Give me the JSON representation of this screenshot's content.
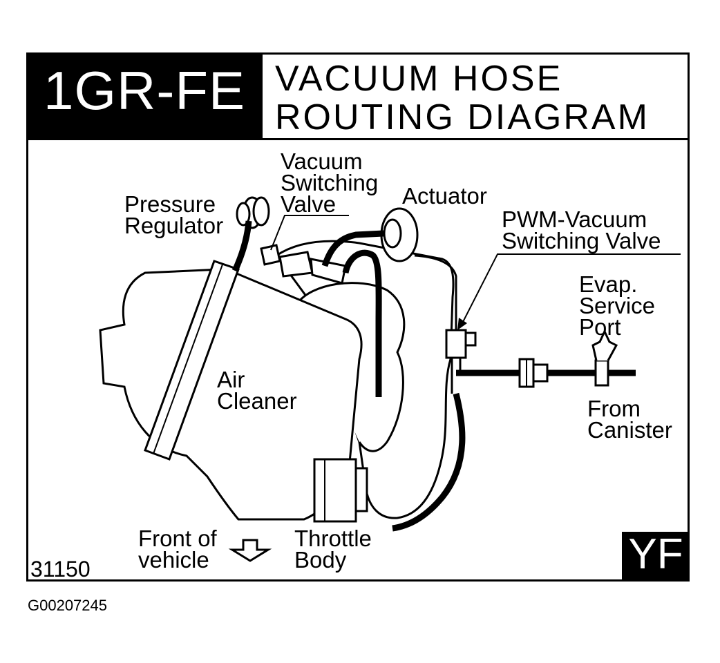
{
  "header": {
    "engine_code": "1GR-FE",
    "title_line1": "VACUUM  HOSE",
    "title_line2": "ROUTING  DIAGRAM"
  },
  "labels": {
    "vacuum_switching_valve": [
      "Vacuum",
      "Switching",
      "Valve"
    ],
    "pressure_regulator": [
      "Pressure",
      "Regulator"
    ],
    "actuator": "Actuator",
    "pwm_vacuum_switching_valve": [
      "PWM-Vacuum",
      "Switching  Valve"
    ],
    "evap_service_port": [
      "Evap.",
      "Service",
      "Port"
    ],
    "from_canister": [
      "From",
      "Canister"
    ],
    "air_cleaner": [
      "Air",
      "Cleaner"
    ],
    "front_of_vehicle": [
      "Front  of",
      "vehicle"
    ],
    "throttle_body": [
      "Throttle",
      "Body"
    ]
  },
  "footer": {
    "diagram_number": "31150",
    "code_badge": "YF",
    "figure_id": "G00207245"
  }
}
